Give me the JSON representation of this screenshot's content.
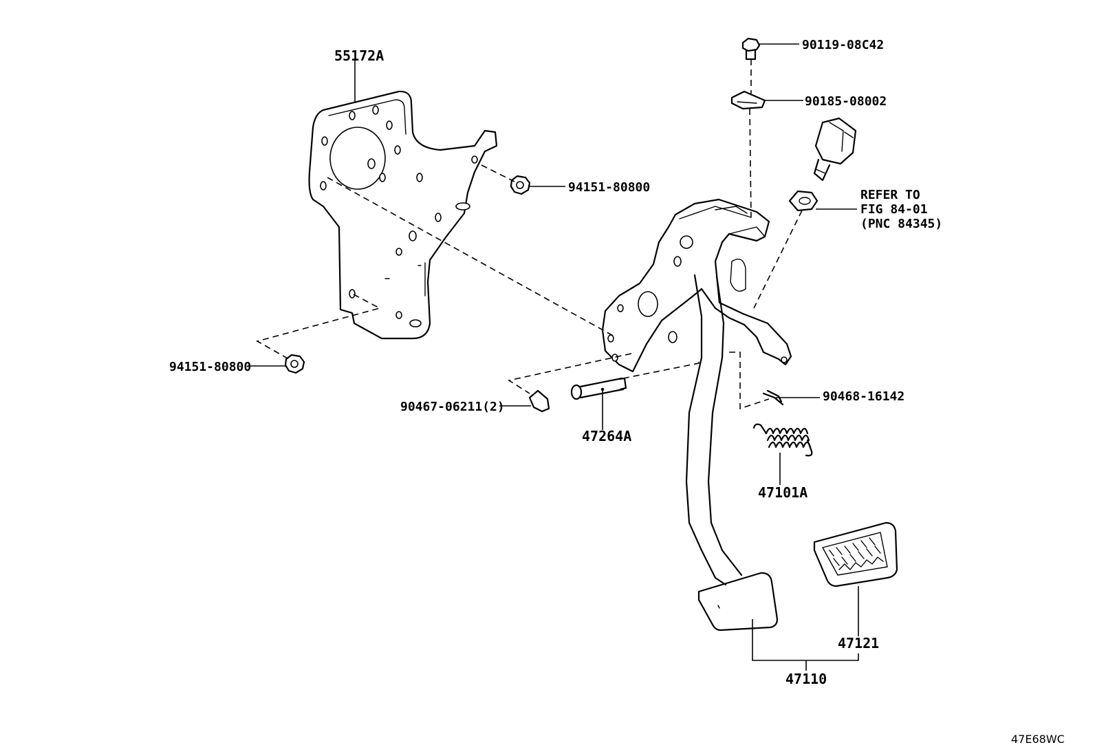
{
  "labels": {
    "bracket": "55172A",
    "bolt_top": "90119-08C42",
    "clip_nut": "90185-08002",
    "nut_upper": "94151-80800",
    "nut_lower": "94151-80800",
    "refer_line1": "REFER TO",
    "refer_line2": "FIG 84-01",
    "refer_line3": "(PNC 84345)",
    "bushing": "90467-06211(2)",
    "pin": "47264A",
    "clip_pin": "90468-16142",
    "spring": "47101A",
    "pad": "47121",
    "pedal_assy": "47110"
  },
  "drawing_code": "47E68WC"
}
